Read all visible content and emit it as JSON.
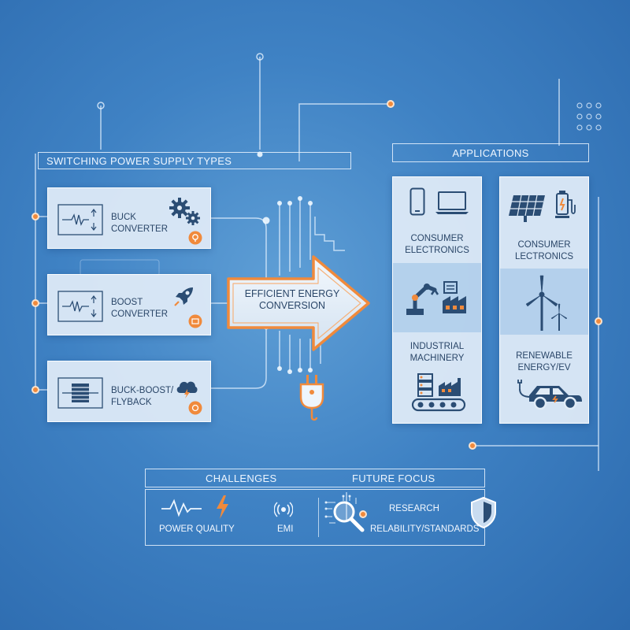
{
  "switching_title": "SWITCHING POWER SUPPLY TYPES",
  "converters": [
    {
      "line1": "BUCK",
      "line2": "CONVERTER",
      "icon": "gear-icon"
    },
    {
      "line1": "BOOST",
      "line2": "CONVERTER",
      "icon": "rocket-icon"
    },
    {
      "line1": "BUCK-BOOST/",
      "line2": "FLYBACK",
      "icon": "cloud-lightning-icon"
    }
  ],
  "center": {
    "line1": "EFFICIENT ENERGY",
    "line2": "CONVERSION"
  },
  "applications": {
    "title": "APPLICATIONS",
    "left_column": [
      {
        "line1": "CONSUMER",
        "line2": "ELECTRONICS"
      },
      {
        "line1": "INDUSTRIAL",
        "line2": "MACHINERY"
      }
    ],
    "right_column": [
      {
        "line1": "CONSUMER",
        "line2": "LECTRONICS"
      },
      {
        "line1": "RENEWABLE",
        "line2": "ENERGY/EV"
      }
    ]
  },
  "bottom": {
    "challenges_title": "CHALLENGES",
    "future_title": "FUTURE FOCUS",
    "items": {
      "power_quality": "POWER QUALITY",
      "emi": "EMI",
      "research": "RESEARCH",
      "reliability": "RELABILITY/STANDARDS"
    }
  },
  "colors": {
    "accent": "#f08a3c",
    "background": "#3f82c4",
    "panel": "#e1ecf7",
    "icon": "#2b4d74"
  }
}
